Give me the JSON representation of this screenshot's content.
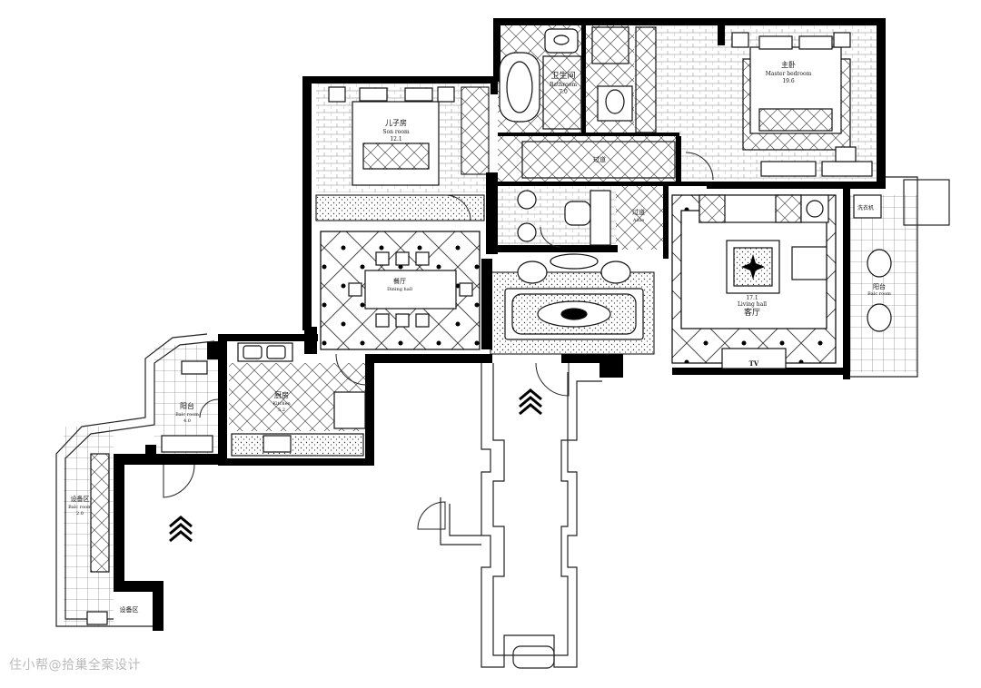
{
  "rooms": {
    "son_room": {
      "zh": "儿子房",
      "en": "Son room",
      "area": "12.1"
    },
    "bathroom": {
      "zh": "卫生间",
      "en": "Bathroom",
      "area": "7.0"
    },
    "master_bedroom": {
      "zh": "主卧",
      "en": "Master bedroom",
      "area": "19.6"
    },
    "corridor_1": {
      "zh": "过道"
    },
    "corridor_2": {
      "zh": "过道",
      "en": "Aisle"
    },
    "dining": {
      "zh": "餐厅",
      "en": "Dining hall"
    },
    "living_hall": {
      "zh": "客厅",
      "en": "Living hall",
      "area": "17.1"
    },
    "kitchen": {
      "zh": "厨房",
      "en": "Kitchen",
      "area": "5.2"
    },
    "balcony_left": {
      "zh": "阳台",
      "en": "Balc room",
      "area": "4.0"
    },
    "balcony_right": {
      "zh": "阳台",
      "en": "Balc room"
    },
    "equipment_area": {
      "zh": "设备区",
      "en": "Balc room",
      "area": "2.0"
    },
    "equipment_small": {
      "zh": "设备区"
    },
    "washer": {
      "zh": "洗衣机"
    }
  },
  "tv_label": "TV",
  "watermark": "住小帮@拾巢全案设计",
  "colors": {
    "wall": "#000000",
    "line": "#222222",
    "background": "#ffffff"
  }
}
